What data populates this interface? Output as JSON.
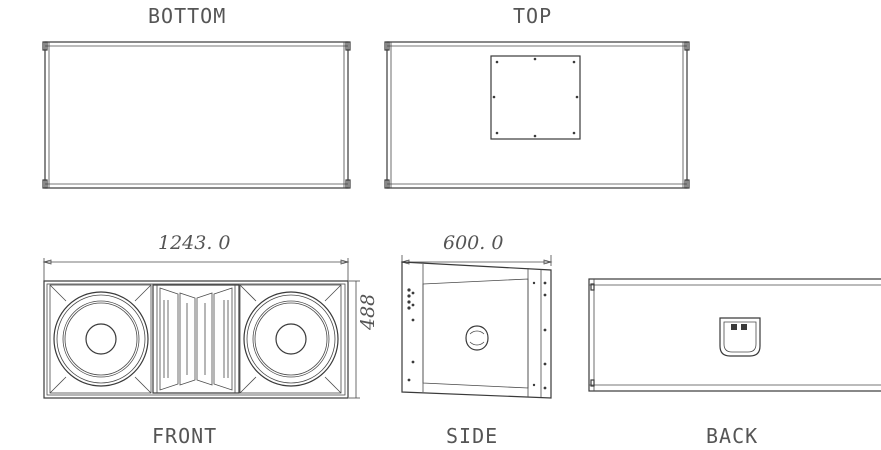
{
  "views": {
    "bottom": "BOTTOM",
    "top": "TOP",
    "front": "FRONT",
    "side": "SIDE",
    "back": "BACK"
  },
  "dimensions": {
    "width": "1243. 0",
    "depth": "600. 0",
    "height": "488"
  },
  "colors": {
    "line": "#3a3a3a",
    "text": "#555555",
    "background": "#ffffff"
  }
}
